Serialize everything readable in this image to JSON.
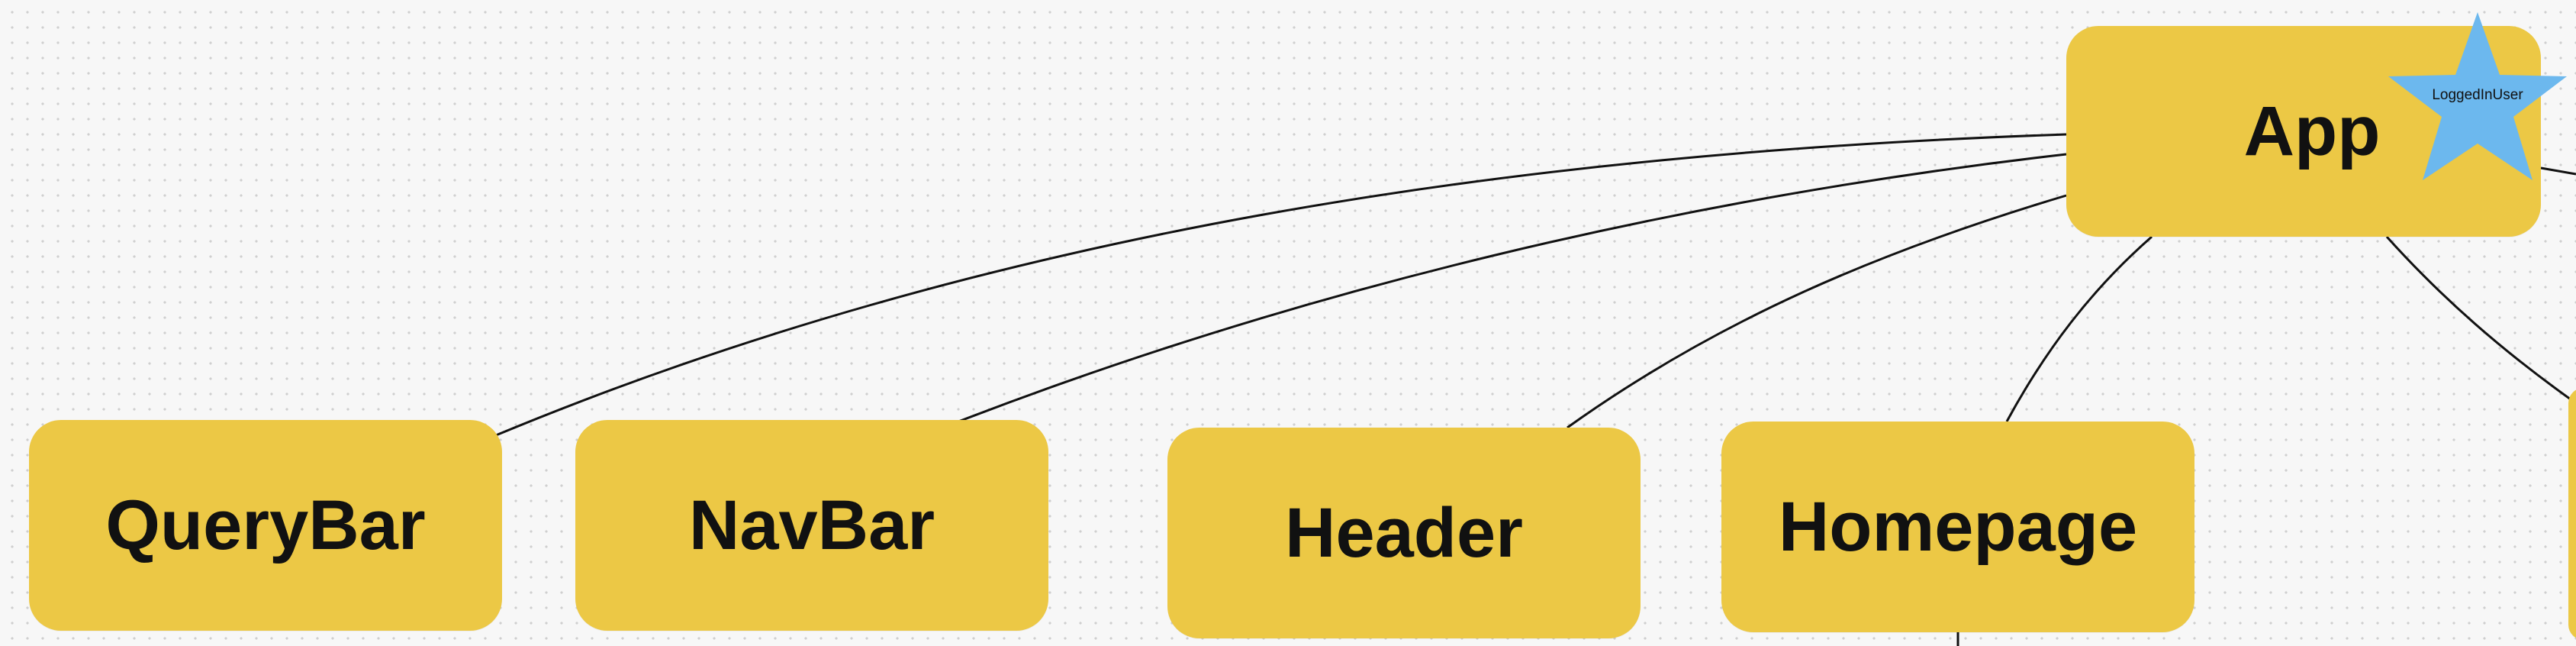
{
  "colors": {
    "node_fill": "#ecc845",
    "star_fill": "#6cb8ee",
    "edge": "#111111",
    "canvas": "#f7f7f7"
  },
  "nodes": {
    "app": {
      "label": "App"
    },
    "querybar": {
      "label": "QueryBar"
    },
    "navbar": {
      "label": "NavBar"
    },
    "header": {
      "label": "Header"
    },
    "homepage": {
      "label": "Homepage"
    }
  },
  "badges": {
    "app_state": {
      "label": "LoggedInUser",
      "shape": "star-icon"
    }
  }
}
